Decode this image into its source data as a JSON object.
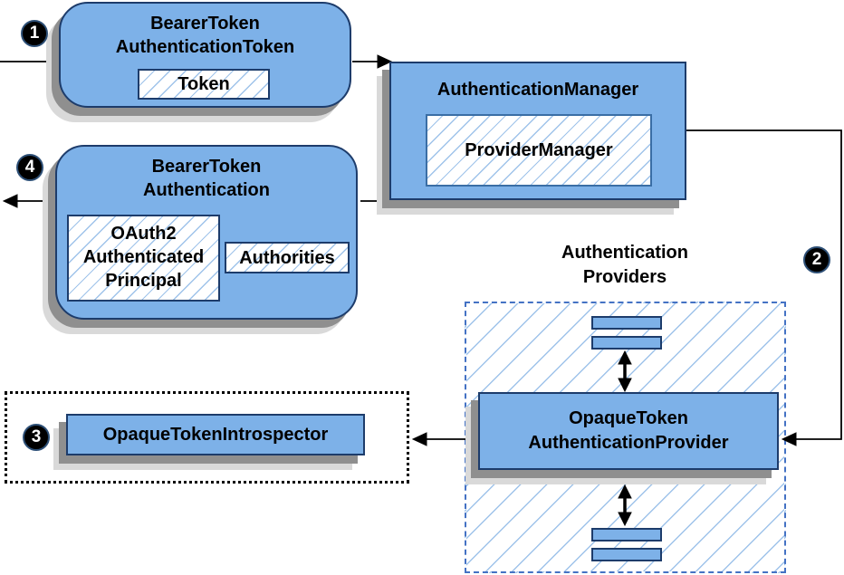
{
  "colors": {
    "box-fill": "#7db1e8",
    "box-border": "#1d3c6b",
    "inner-border": "#3a6ea5",
    "hatch-line": "#9fc3ea",
    "dashed-border": "#4472c4",
    "dotted-border": "#000000",
    "shadow-dark": "#8f8f8f",
    "shadow-light": "#d9d9d9",
    "arrow": "#000000",
    "badge-bg": "#000000",
    "badge-text": "#ffffff",
    "text": "#000000"
  },
  "badges": {
    "step1": "1",
    "step2": "2",
    "step3": "3",
    "step4": "4"
  },
  "nodes": {
    "bearer_token_authentication_token": {
      "title1": "BearerToken",
      "title2": "AuthenticationToken",
      "token": "Token"
    },
    "authentication_manager": {
      "title": "AuthenticationManager",
      "provider_manager": "ProviderManager"
    },
    "bearer_token_authentication": {
      "title1": "BearerToken",
      "title2": "Authentication",
      "principal1": "OAuth2",
      "principal2": "Authenticated",
      "principal3": "Principal",
      "authorities": "Authorities"
    },
    "authentication_providers": {
      "label1": "Authentication",
      "label2": "Providers"
    },
    "opaque_token_authentication_provider": {
      "title1": "OpaqueToken",
      "title2": "AuthenticationProvider"
    },
    "opaque_token_introspector": {
      "title": "OpaqueTokenIntrospector"
    }
  }
}
